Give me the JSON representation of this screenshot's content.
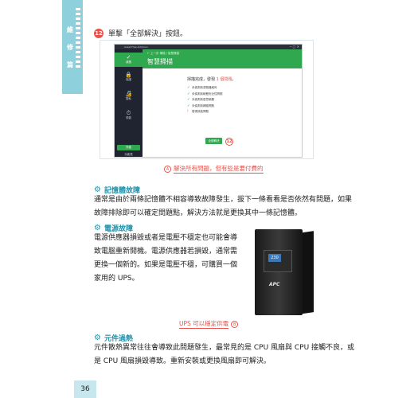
{
  "edge_tab": {
    "chars": [
      "維",
      "修",
      "篇"
    ]
  },
  "step": {
    "number": "12",
    "text": "單擊「全部解決」按鈕。"
  },
  "app": {
    "window_title": "Avast Free Antivirus",
    "window_controls": "─ □ ✕",
    "sidebar": [
      {
        "icon": "✓",
        "label": "狀態"
      },
      {
        "icon": "🔒",
        "label": "保護"
      },
      {
        "icon": "🔏",
        "label": "隱私"
      },
      {
        "icon": "⏱",
        "label": "效能"
      }
    ],
    "upgrade_label": "升級",
    "bottom_label": "功能表",
    "breadcrumb": "← 上一步   掃描 / 智慧掃描",
    "header_title": "智慧掃描",
    "result_title_prefix": "掃描完成，發現 ",
    "result_title_highlight": "1 個問題",
    "result_title_suffix": "。",
    "result_items": [
      {
        "mark": "✓",
        "status": "ok",
        "text": "未偵測到瀏覽器威脅"
      },
      {
        "mark": "✓",
        "status": "ok",
        "text": "未偵測到軟體安全性問題"
      },
      {
        "mark": "✓",
        "status": "ok",
        "text": "未偵測到惡意軟體"
      },
      {
        "mark": "✓",
        "status": "ok",
        "text": "未偵測到網路問題"
      },
      {
        "mark": "!",
        "status": "warn",
        "text": "發現效能問題"
      }
    ],
    "resolve_button": "全部解決",
    "callout_number": "12"
  },
  "caption1": {
    "marker": "A",
    "text": "解決所有問題，但有些是要付費的"
  },
  "section1": {
    "heading": "記憶體故障",
    "paragraph": [
      "通常是由於兩條記憶體不相容導致故障發生，拔下一條看看是否依然有問題，如果",
      "故障排除即可以確定問題點，解決方法就是更換其中一條記憶體。"
    ]
  },
  "section2": {
    "heading": "電源故障",
    "paragraph": [
      "電源供應器損毀或者是電壓不穩定也可能會導",
      "致電腦重新開機。電源供應器若損毀，通常需",
      "更換一個新的。如果是電壓不穩，可購買一個",
      "家用的 UPS。"
    ]
  },
  "ups": {
    "screen_text": "230",
    "logo": "APC"
  },
  "caption2": {
    "text": "UPS 可以穩定供電",
    "marker": "B"
  },
  "section3": {
    "heading": "元件過熱",
    "paragraph": [
      "元件散熱異常往往會導致此問題發生，最常見的是 CPU 風扇與 CPU 接觸不良，或",
      "是 CPU 風扇損毀導致。重新安裝或更換風扇即可解決。"
    ]
  },
  "page_number": "36",
  "colors": {
    "accent": "#1f93ad",
    "highlight": "#e8524a",
    "app_green": "#2fa84f",
    "tab": "#8fd0dd"
  }
}
